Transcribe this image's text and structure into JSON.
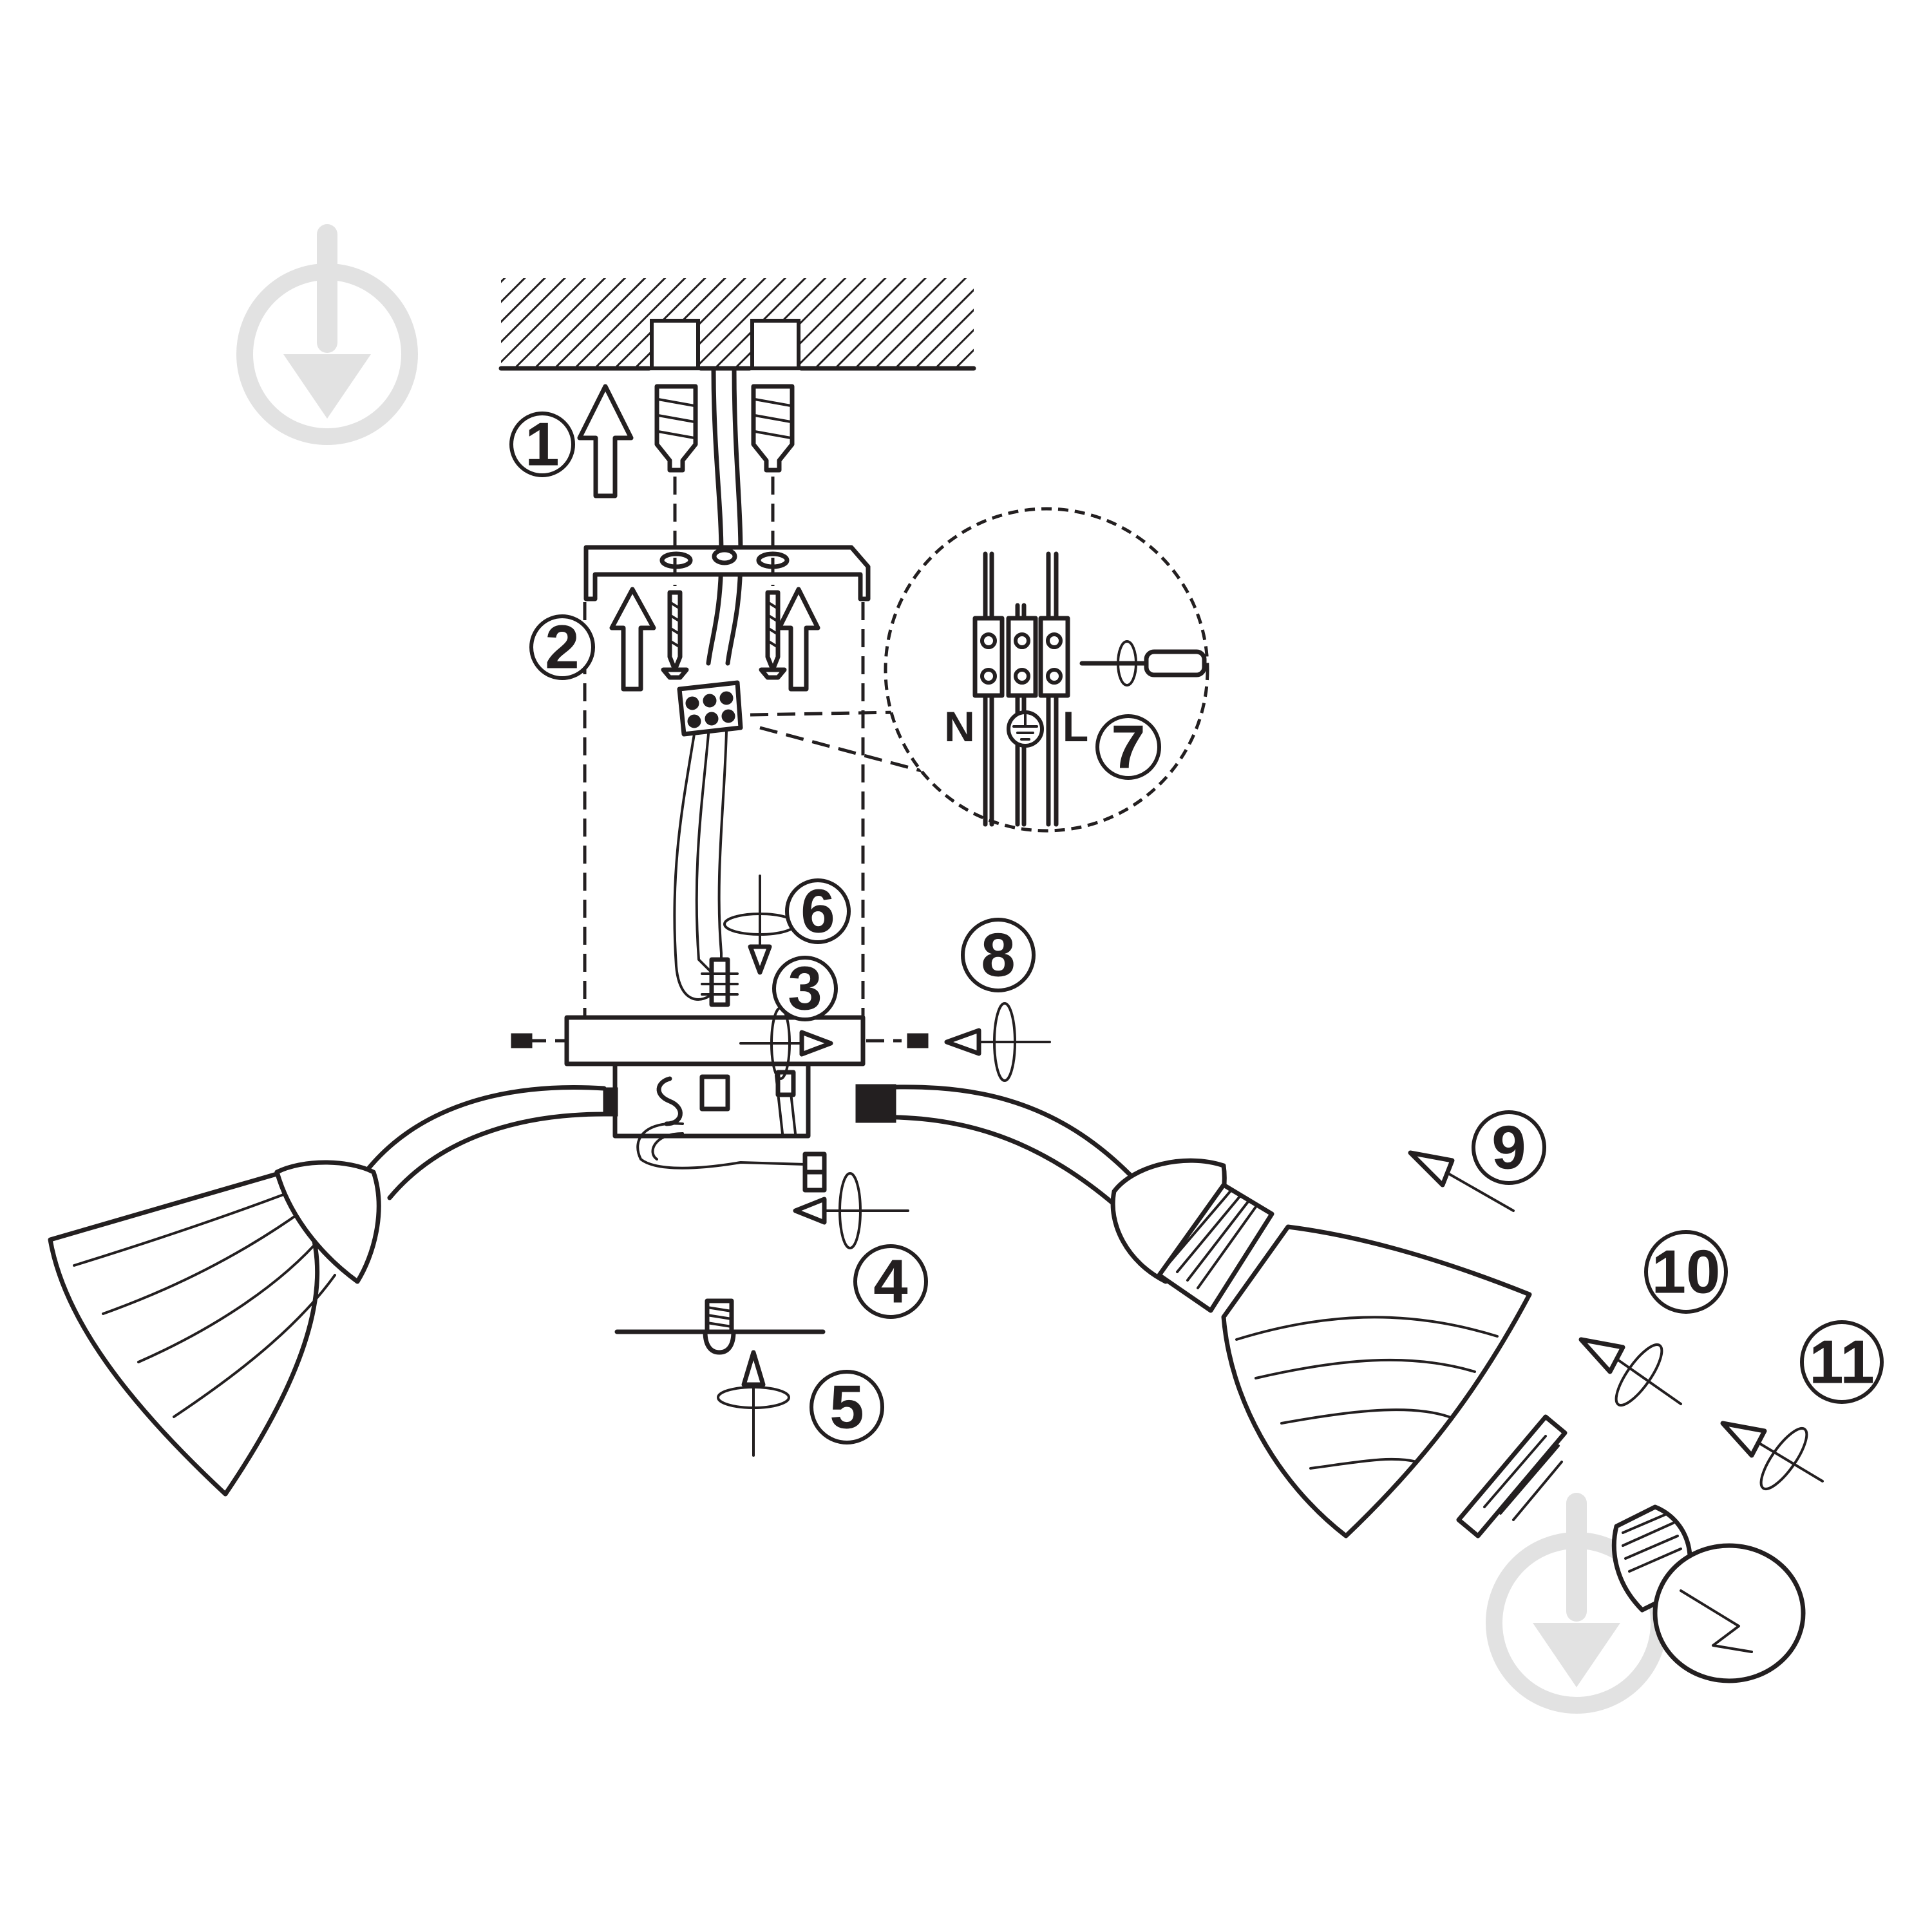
{
  "steps": [
    {
      "id": "1",
      "label": "1"
    },
    {
      "id": "2",
      "label": "2"
    },
    {
      "id": "3",
      "label": "3"
    },
    {
      "id": "4",
      "label": "4"
    },
    {
      "id": "5",
      "label": "5"
    },
    {
      "id": "6",
      "label": "6"
    },
    {
      "id": "7",
      "label": "7"
    },
    {
      "id": "8",
      "label": "8"
    },
    {
      "id": "9",
      "label": "9"
    },
    {
      "id": "10",
      "label": "10"
    },
    {
      "id": "11",
      "label": "11"
    }
  ],
  "wiring": {
    "neutral_label": "N",
    "live_label": "L",
    "earth_symbol": "ground-icon"
  },
  "colors": {
    "line": "#231f20",
    "watermark": "#e2e2e2"
  }
}
